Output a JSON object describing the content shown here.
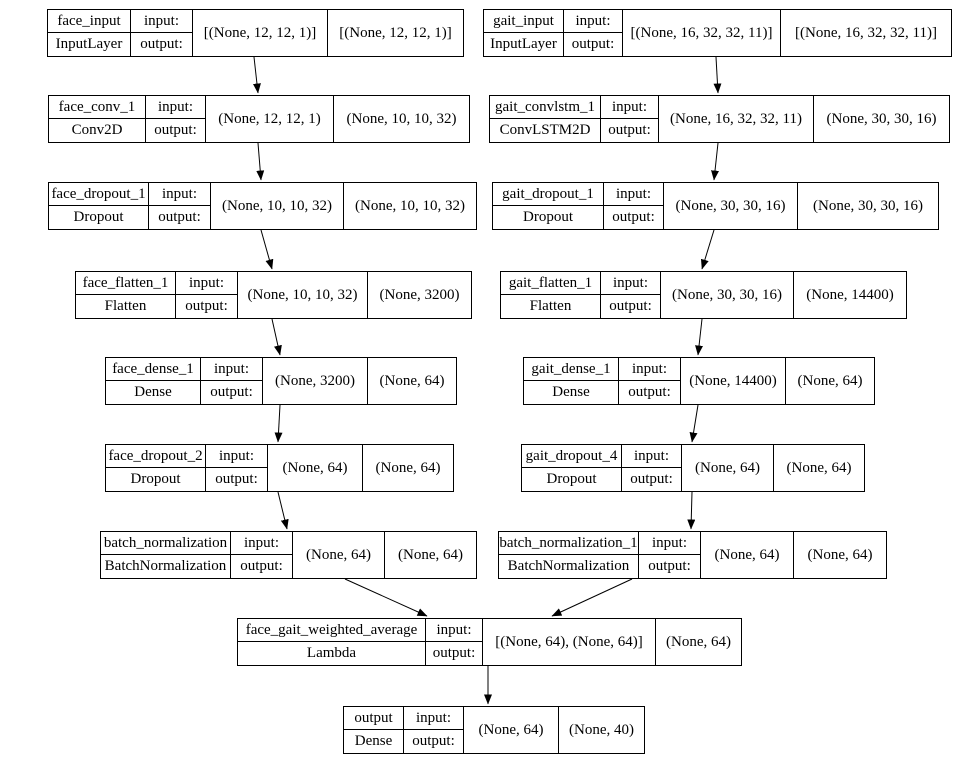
{
  "diagram": {
    "kind": "keras-model-architecture",
    "colors": {
      "border": "#000000",
      "background": "#ffffff",
      "text": "#000000"
    }
  },
  "labels": {
    "input": "input:",
    "output": "output:"
  },
  "nodes": [
    {
      "id": "face_input",
      "name": "face_input",
      "type": "InputLayer",
      "input_shape": "[(None, 12, 12, 1)]",
      "output_shape": "[(None, 12, 12, 1)]"
    },
    {
      "id": "gait_input",
      "name": "gait_input",
      "type": "InputLayer",
      "input_shape": "[(None, 16, 32, 32, 11)]",
      "output_shape": "[(None, 16, 32, 32, 11)]"
    },
    {
      "id": "face_conv_1",
      "name": "face_conv_1",
      "type": "Conv2D",
      "input_shape": "(None, 12, 12, 1)",
      "output_shape": "(None, 10, 10, 32)"
    },
    {
      "id": "gait_convlstm_1",
      "name": "gait_convlstm_1",
      "type": "ConvLSTM2D",
      "input_shape": "(None, 16, 32, 32, 11)",
      "output_shape": "(None, 30, 30, 16)"
    },
    {
      "id": "face_dropout_1",
      "name": "face_dropout_1",
      "type": "Dropout",
      "input_shape": "(None, 10, 10, 32)",
      "output_shape": "(None, 10, 10, 32)"
    },
    {
      "id": "gait_dropout_1",
      "name": "gait_dropout_1",
      "type": "Dropout",
      "input_shape": "(None, 30, 30, 16)",
      "output_shape": "(None, 30, 30, 16)"
    },
    {
      "id": "face_flatten_1",
      "name": "face_flatten_1",
      "type": "Flatten",
      "input_shape": "(None, 10, 10, 32)",
      "output_shape": "(None, 3200)"
    },
    {
      "id": "gait_flatten_1",
      "name": "gait_flatten_1",
      "type": "Flatten",
      "input_shape": "(None, 30, 30, 16)",
      "output_shape": "(None, 14400)"
    },
    {
      "id": "face_dense_1",
      "name": "face_dense_1",
      "type": "Dense",
      "input_shape": "(None, 3200)",
      "output_shape": "(None, 64)"
    },
    {
      "id": "gait_dense_1",
      "name": "gait_dense_1",
      "type": "Dense",
      "input_shape": "(None, 14400)",
      "output_shape": "(None, 64)"
    },
    {
      "id": "face_dropout_2",
      "name": "face_dropout_2",
      "type": "Dropout",
      "input_shape": "(None, 64)",
      "output_shape": "(None, 64)"
    },
    {
      "id": "gait_dropout_4",
      "name": "gait_dropout_4",
      "type": "Dropout",
      "input_shape": "(None, 64)",
      "output_shape": "(None, 64)"
    },
    {
      "id": "batch_normalization",
      "name": "batch_normalization",
      "type": "BatchNormalization",
      "input_shape": "(None, 64)",
      "output_shape": "(None, 64)"
    },
    {
      "id": "batch_normalization_1",
      "name": "batch_normalization_1",
      "type": "BatchNormalization",
      "input_shape": "(None, 64)",
      "output_shape": "(None, 64)"
    },
    {
      "id": "face_gait_weighted_average",
      "name": "face_gait_weighted_average",
      "type": "Lambda",
      "input_shape": "[(None, 64), (None, 64)]",
      "output_shape": "(None, 64)"
    },
    {
      "id": "output",
      "name": "output",
      "type": "Dense",
      "input_shape": "(None, 64)",
      "output_shape": "(None, 40)"
    }
  ],
  "edges": [
    {
      "from": "face_input",
      "to": "face_conv_1"
    },
    {
      "from": "face_conv_1",
      "to": "face_dropout_1"
    },
    {
      "from": "face_dropout_1",
      "to": "face_flatten_1"
    },
    {
      "from": "face_flatten_1",
      "to": "face_dense_1"
    },
    {
      "from": "face_dense_1",
      "to": "face_dropout_2"
    },
    {
      "from": "face_dropout_2",
      "to": "batch_normalization"
    },
    {
      "from": "batch_normalization",
      "to": "face_gait_weighted_average"
    },
    {
      "from": "gait_input",
      "to": "gait_convlstm_1"
    },
    {
      "from": "gait_convlstm_1",
      "to": "gait_dropout_1"
    },
    {
      "from": "gait_dropout_1",
      "to": "gait_flatten_1"
    },
    {
      "from": "gait_flatten_1",
      "to": "gait_dense_1"
    },
    {
      "from": "gait_dense_1",
      "to": "gait_dropout_4"
    },
    {
      "from": "gait_dropout_4",
      "to": "batch_normalization_1"
    },
    {
      "from": "batch_normalization_1",
      "to": "face_gait_weighted_average"
    },
    {
      "from": "face_gait_weighted_average",
      "to": "output"
    }
  ]
}
